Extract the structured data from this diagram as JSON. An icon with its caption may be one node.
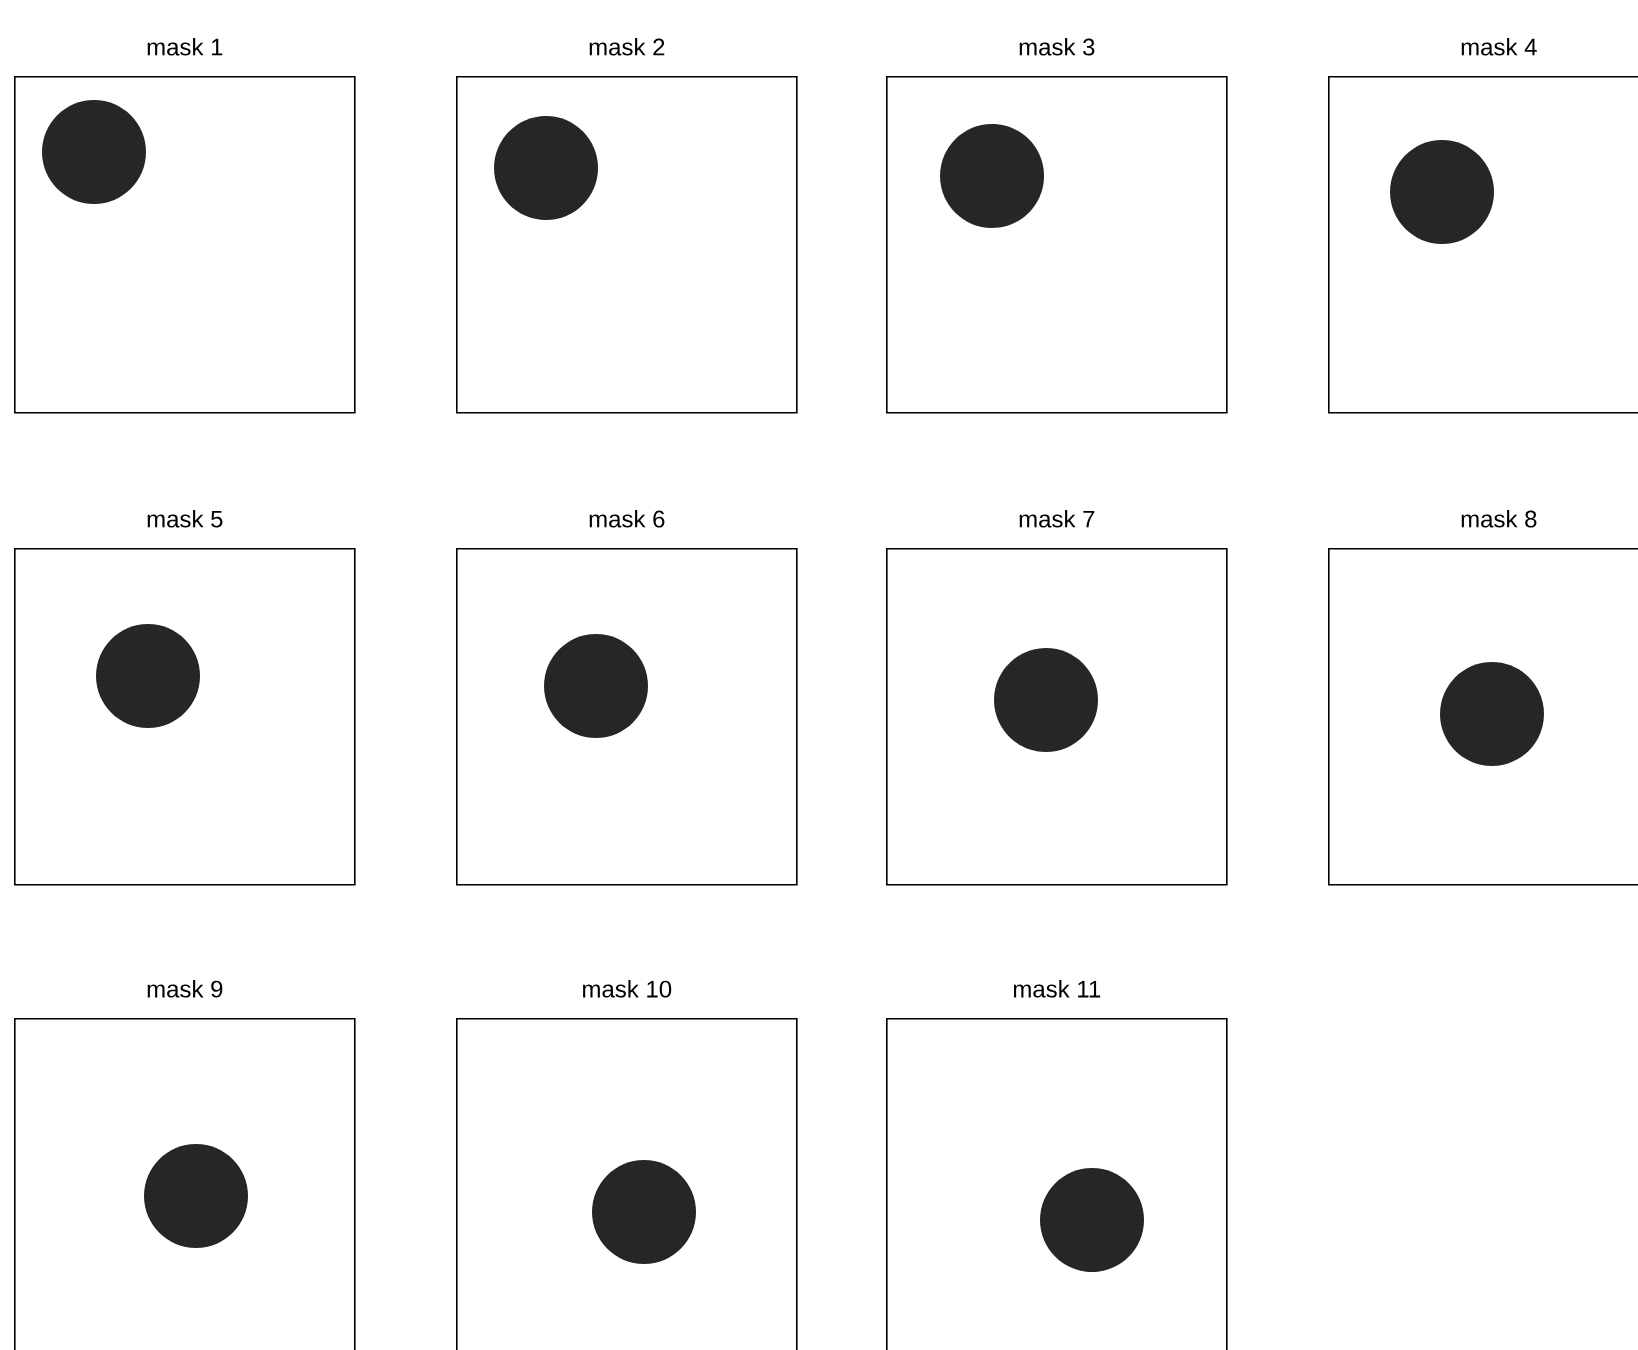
{
  "diagram": {
    "nodes": [
      {
        "text": [
          "mask 1"
        ]
      },
      {
        "text": [
          "mask 2"
        ]
      },
      {
        "text": [
          "mask 3"
        ]
      },
      {
        "text": [
          "mask 4"
        ]
      },
      {
        "text": [
          "mask 5"
        ]
      },
      {
        "text": [
          "mask 6"
        ]
      },
      {
        "text": [
          "mask 7"
        ]
      },
      {
        "text": [
          "mask 8"
        ]
      },
      {
        "text": [
          "mask 9"
        ]
      },
      {
        "text": [
          "mask 10"
        ]
      },
      {
        "text": [
          "mask 11"
        ]
      }
    ]
  }
}
